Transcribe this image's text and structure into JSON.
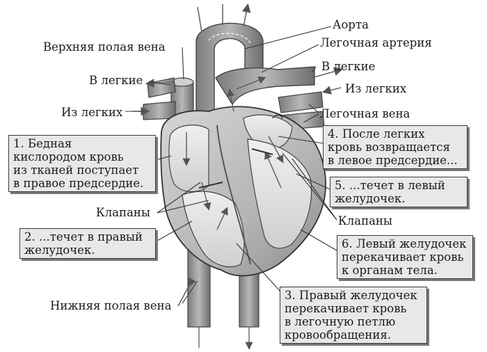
{
  "labels": {
    "aorta": "Аорта",
    "pulmonary_artery": "Легочная артерия",
    "superior_vena_cava": "Верхняя полая вена",
    "to_lungs_left": "В легкие",
    "to_lungs_right": "В легкие",
    "from_lungs_left": "Из легких",
    "from_lungs_right": "Из легких",
    "pulmonary_vein": "Легочная вена",
    "valves_left": "Клапаны",
    "valves_right": "Клапаны",
    "inferior_vena_cava": "Нижняя полая вена"
  },
  "steps": {
    "step1": [
      "1. Бедная",
      "кислородом кровь",
      "из тканей поступает",
      "в правое предсердие."
    ],
    "step2": [
      "2. ...течет в правый",
      "желудочек."
    ],
    "step3": [
      "3. Правый желудочек",
      "перекачивает кровь",
      "в легочную петлю",
      "кровообращения."
    ],
    "step4": [
      "4. После легких",
      "кровь возвращается",
      "в левое предсердие..."
    ],
    "step5": [
      "5. ...течет в левый",
      "желудочек."
    ],
    "step6": [
      "6. Левый желудочек",
      "перекачивает кровь",
      "к органам тела."
    ]
  },
  "colors": {
    "box_fill": "#e8e8e8",
    "box_border": "#3a3a3a",
    "heart_fill": "#c8c8c8",
    "vessel_fill": "#9a9a9a"
  }
}
